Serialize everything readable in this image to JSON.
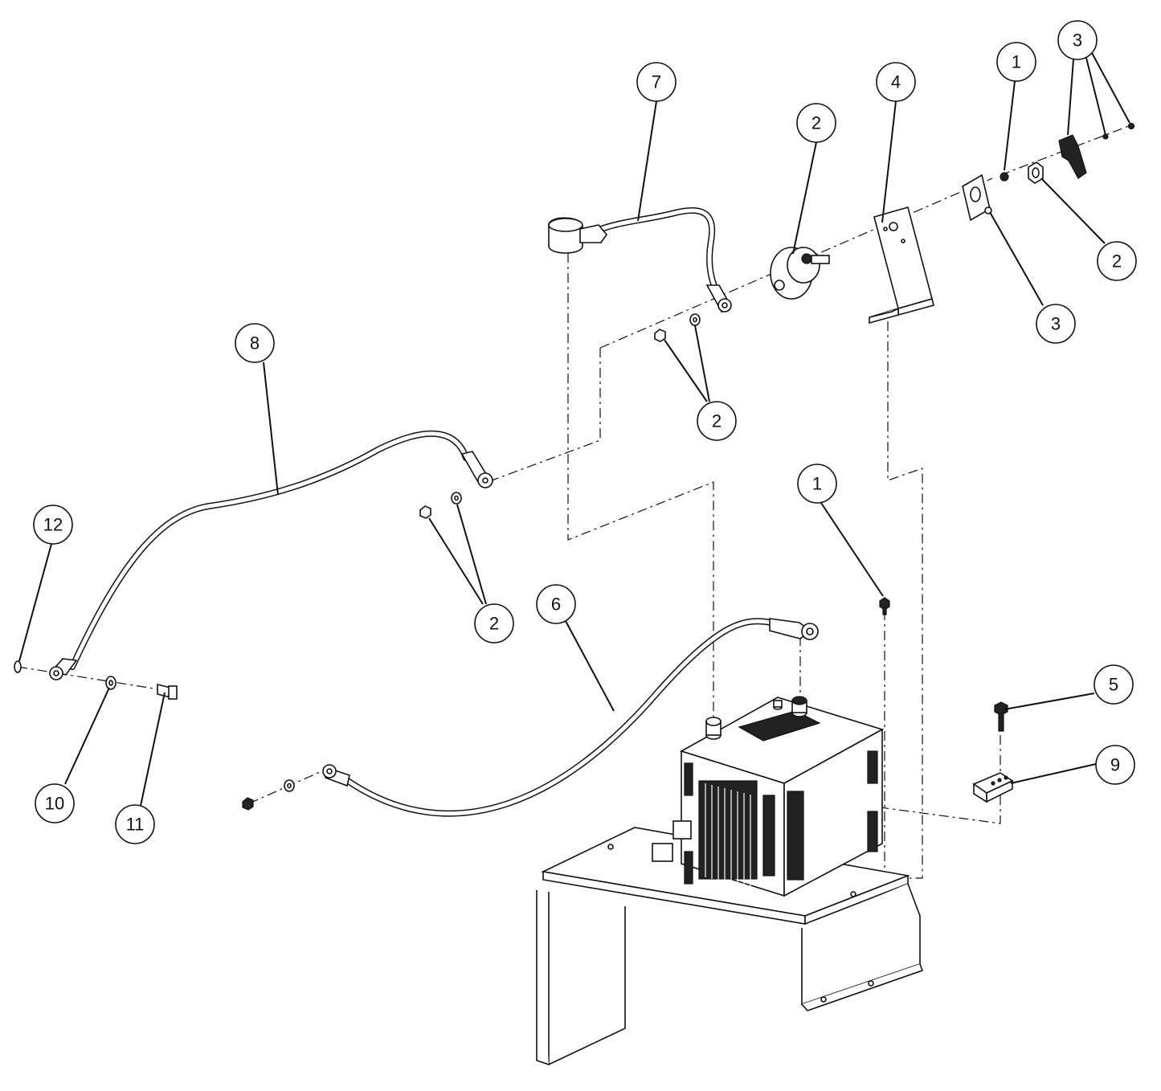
{
  "title": "",
  "callouts": [
    {
      "id": "c1a",
      "label": "1"
    },
    {
      "id": "c3a",
      "label": "3"
    },
    {
      "id": "c7",
      "label": "7"
    },
    {
      "id": "c2a",
      "label": "2"
    },
    {
      "id": "c4",
      "label": "4"
    },
    {
      "id": "c2b",
      "label": "2"
    },
    {
      "id": "c3b",
      "label": "3"
    },
    {
      "id": "c8",
      "label": "8"
    },
    {
      "id": "c2c",
      "label": "2"
    },
    {
      "id": "c12",
      "label": "12"
    },
    {
      "id": "c1b",
      "label": "1"
    },
    {
      "id": "c2d",
      "label": "2"
    },
    {
      "id": "c6",
      "label": "6"
    },
    {
      "id": "c5",
      "label": "5"
    },
    {
      "id": "c9",
      "label": "9"
    },
    {
      "id": "c10",
      "label": "10"
    },
    {
      "id": "c11",
      "label": "11"
    }
  ],
  "components": [
    "battery",
    "battery-tray",
    "switch-bracket",
    "disconnect-switch",
    "cable-7",
    "cable-8",
    "cable-6",
    "hold-down-clamp"
  ]
}
